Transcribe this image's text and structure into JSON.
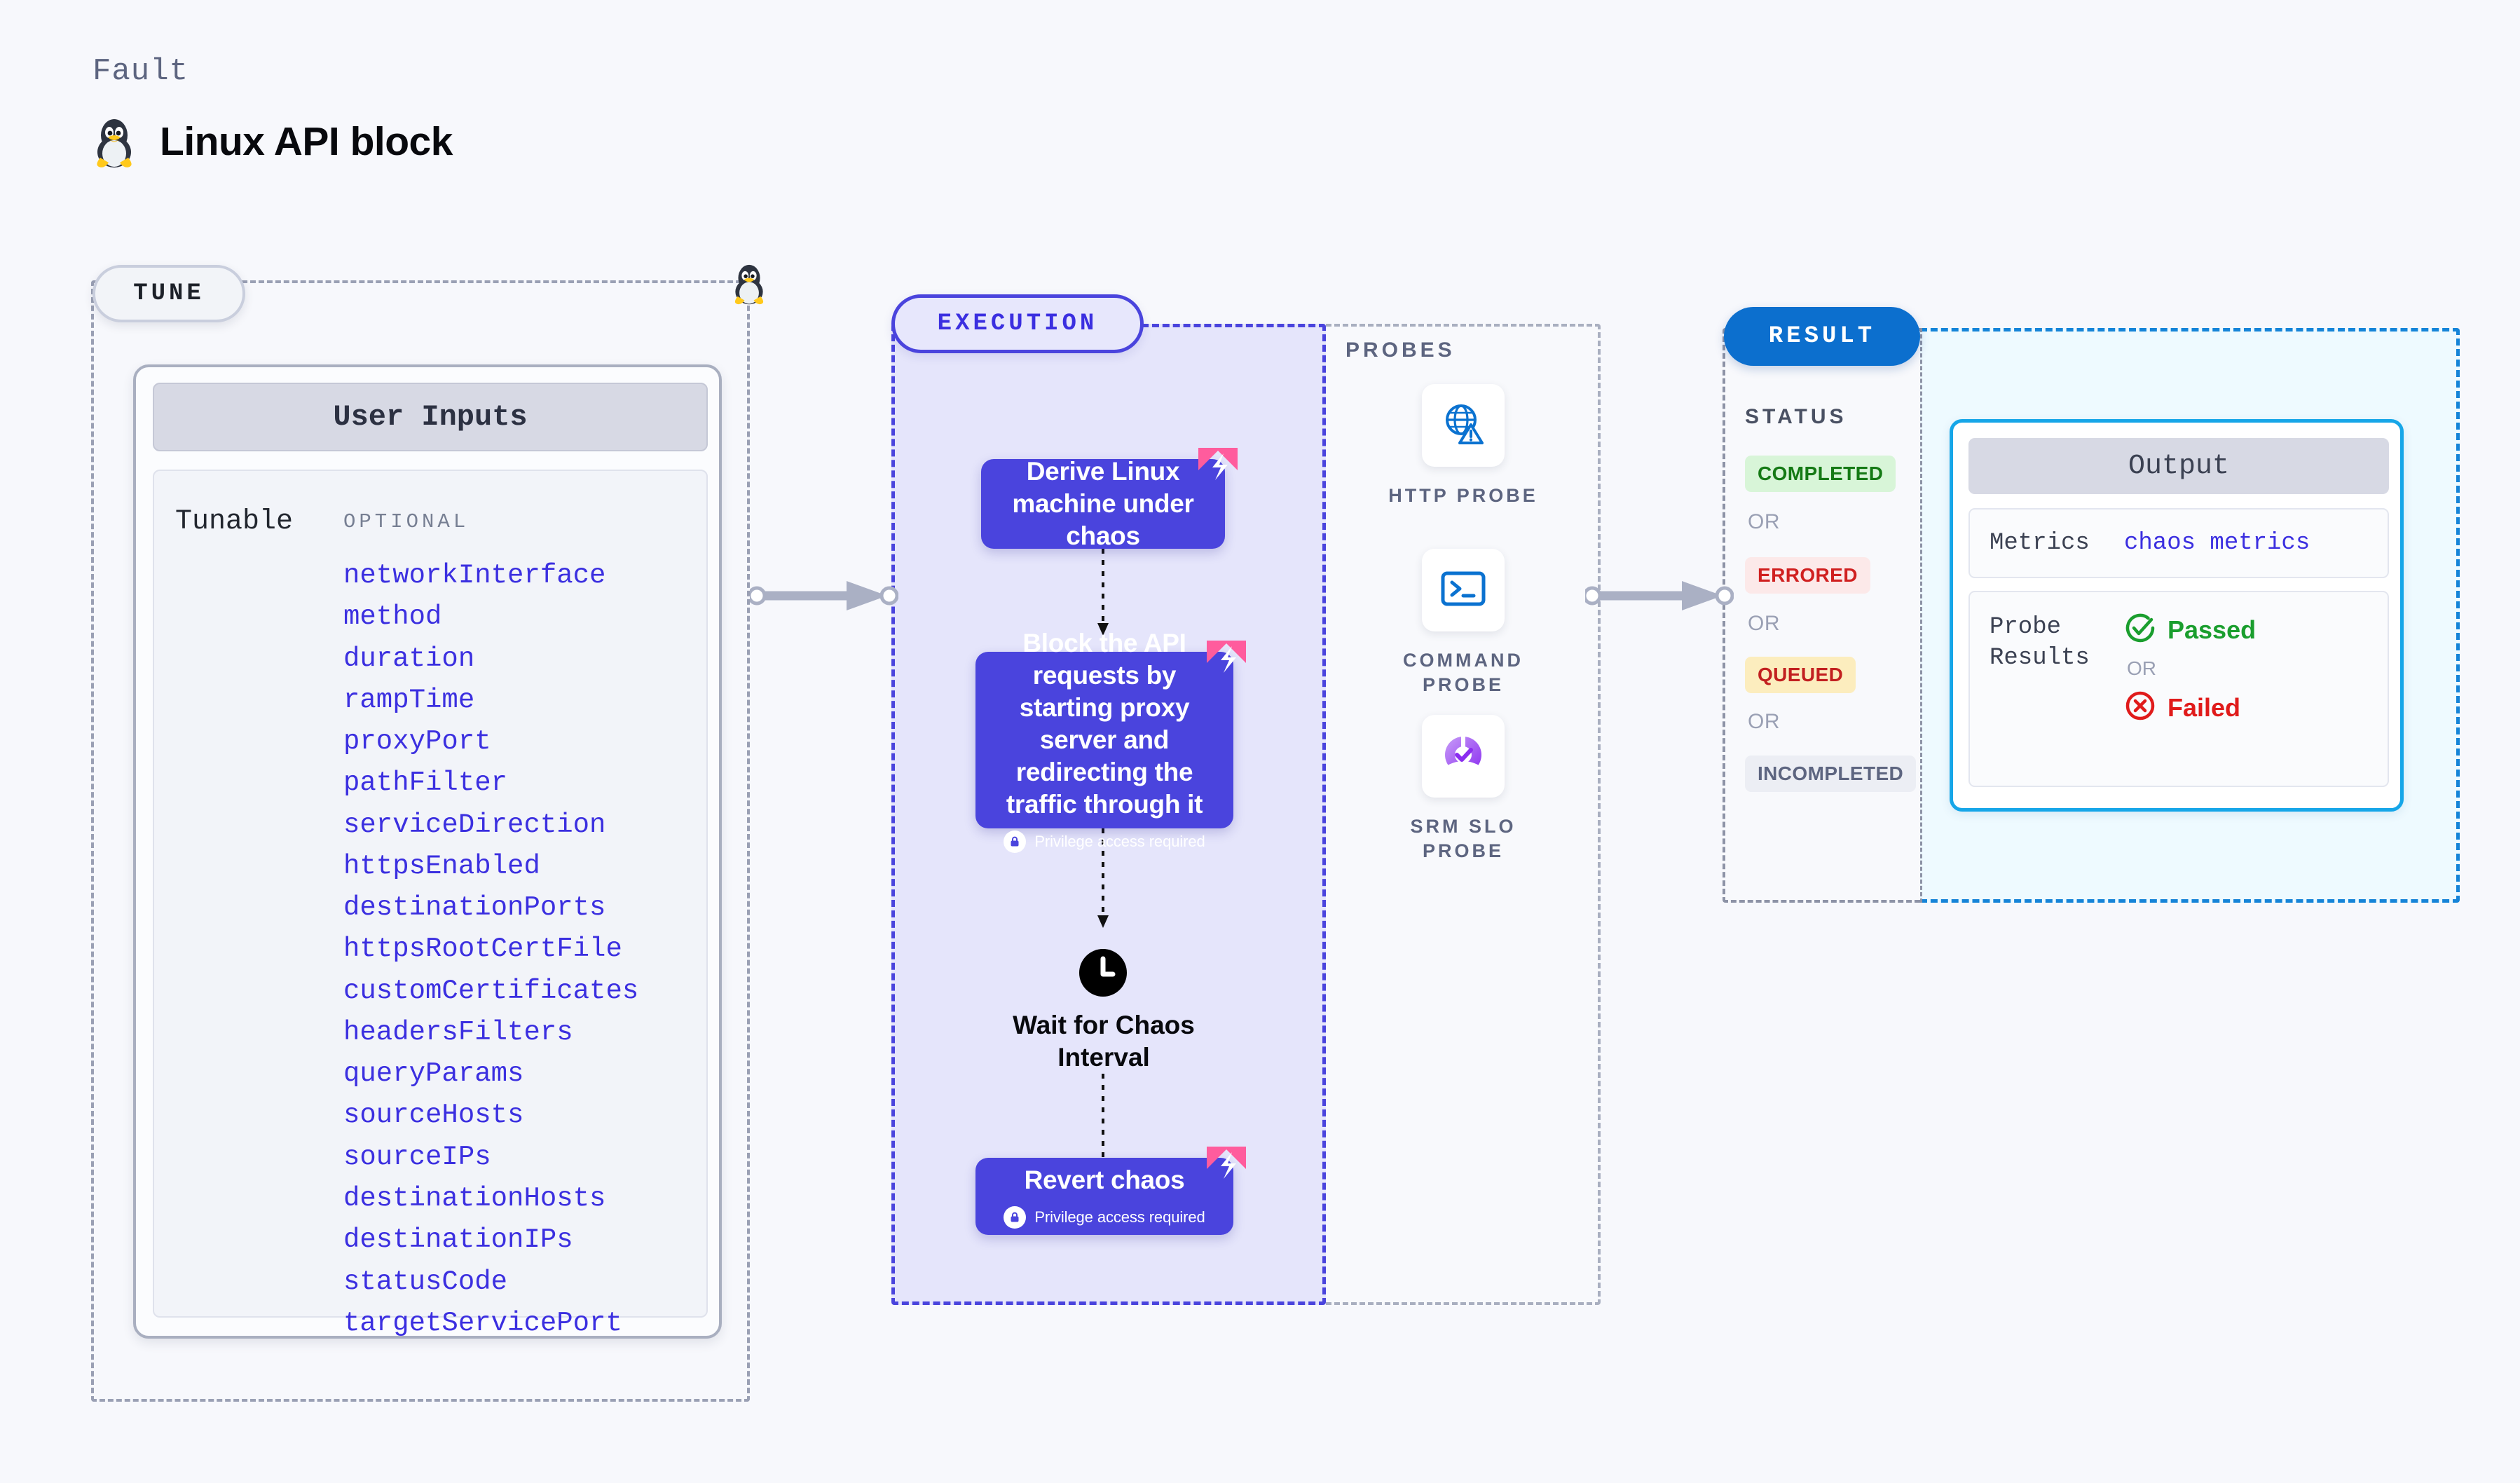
{
  "header": {
    "kicker": "Fault",
    "title": "Linux API block",
    "icon": "linux-penguin-icon"
  },
  "tune": {
    "pill_label": "TUNE",
    "marker_icon": "linux-penguin-icon",
    "card": {
      "header": "User Inputs",
      "group_label": "Tunable",
      "optional_label": "OPTIONAL",
      "items": [
        "networkInterface",
        "method",
        "duration",
        "rampTime",
        "proxyPort",
        "pathFilter",
        "serviceDirection",
        "httpsEnabled",
        "destinationPorts",
        "httpsRootCertFile",
        "customCertificates",
        "headersFilters",
        "queryParams",
        "sourceHosts",
        "sourceIPs",
        "destinationHosts",
        "destinationIPs",
        "statusCode",
        "targetServicePort"
      ]
    }
  },
  "execution": {
    "pill_label": "EXECUTION",
    "nodes": [
      {
        "text": "Derive Linux machine under chaos",
        "privilege": null,
        "chaos_marker": true
      },
      {
        "text": "Block the API requests by starting proxy server and redirecting the traffic through it",
        "privilege": "Privilege access required",
        "chaos_marker": true
      },
      {
        "text": "Revert chaos",
        "privilege": "Privilege access required",
        "chaos_marker": true
      }
    ],
    "wait": {
      "label": "Wait for Chaos Interval",
      "icon": "clock-icon"
    }
  },
  "probes": {
    "title": "PROBES",
    "items": [
      {
        "label": "HTTP PROBE",
        "icon": "globe-warning-icon"
      },
      {
        "label": "COMMAND PROBE",
        "icon": "terminal-icon"
      },
      {
        "label": "SRM SLO PROBE",
        "icon": "slo-donut-check-icon"
      }
    ]
  },
  "result": {
    "pill_label": "RESULT",
    "status_title": "STATUS",
    "or_label": "OR",
    "statuses": [
      {
        "label": "COMPLETED",
        "bg": "#d8f5d8",
        "fg": "#157a15"
      },
      {
        "label": "ERRORED",
        "bg": "#fce9e9",
        "fg": "#d02020"
      },
      {
        "label": "QUEUED",
        "bg": "#fcedbe",
        "fg": "#c22020"
      },
      {
        "label": "INCOMPLETED",
        "bg": "#eceef4",
        "fg": "#5d6580"
      }
    ],
    "output": {
      "header": "Output",
      "metrics_key": "Metrics",
      "metrics_value": "chaos metrics",
      "probe_results_key": "Probe Results",
      "passed_label": "Passed",
      "failed_label": "Failed",
      "or_label": "OR",
      "passed_icon": "check-circle-icon",
      "failed_icon": "x-circle-icon"
    }
  },
  "colors": {
    "node_purple": "#4a44dd",
    "accent_blue": "#0c6fce",
    "output_border": "#16a6e8",
    "chaos_pink": "#ff5c9d",
    "mono_link": "#3b2fe0"
  }
}
